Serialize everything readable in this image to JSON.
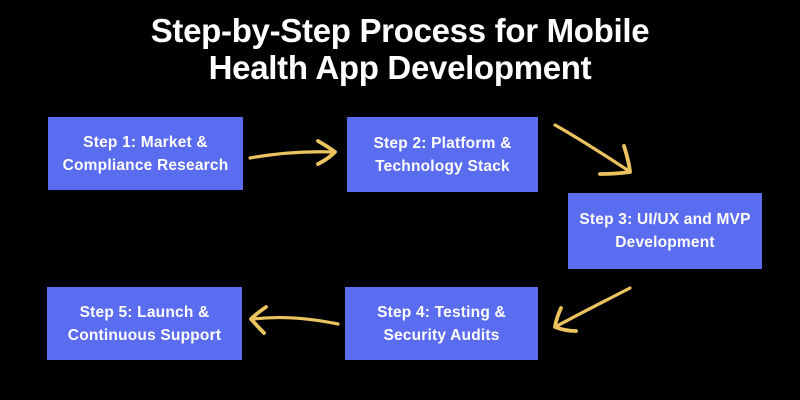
{
  "title": {
    "line1": "Step-by-Step Process for Mobile",
    "line2": "Health App Development"
  },
  "steps": [
    {
      "line1": "Step 1: Market &",
      "line2": "Compliance Research"
    },
    {
      "line1": "Step 2: Platform &",
      "line2": "Technology Stack"
    },
    {
      "line1": "Step 3: UI/UX and MVP",
      "line2": "Development"
    },
    {
      "line1": "Step 4: Testing &",
      "line2": "Security Audits"
    },
    {
      "line1": "Step 5: Launch &",
      "line2": "Continuous Support"
    }
  ],
  "arrows": [
    {
      "name": "arrow-step1-to-step2",
      "direction": "right"
    },
    {
      "name": "arrow-step2-to-step3",
      "direction": "down-right"
    },
    {
      "name": "arrow-step3-to-step4",
      "direction": "down-left"
    },
    {
      "name": "arrow-step4-to-step5",
      "direction": "left"
    }
  ],
  "colors": {
    "background": "#000000",
    "box-fill": "#5a6cf0",
    "box-text": "#ffffff",
    "title-text": "#ffffff",
    "arrow": "#ecc45f"
  }
}
